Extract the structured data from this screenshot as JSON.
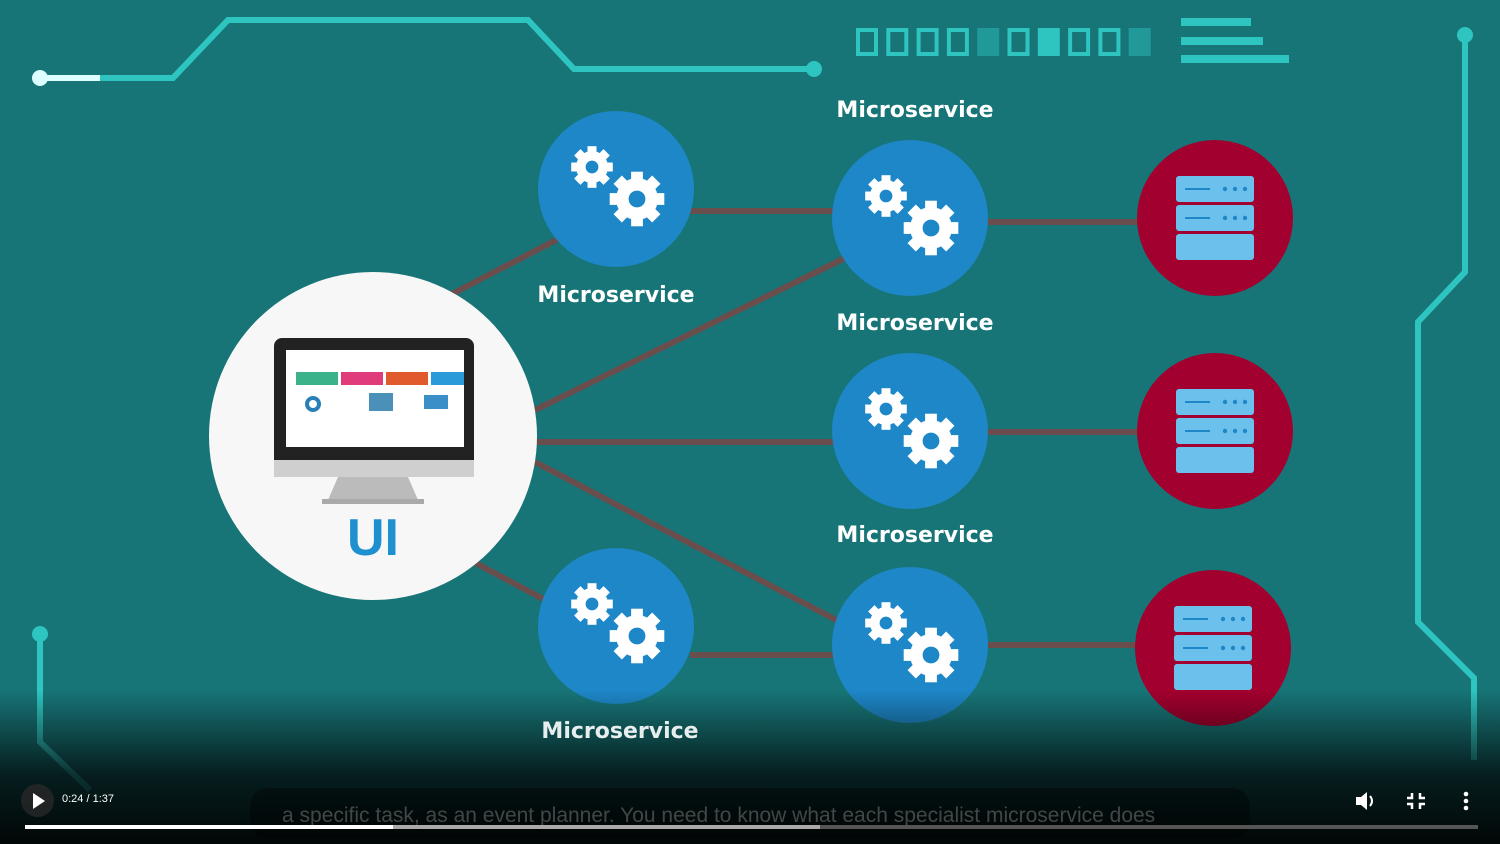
{
  "scene": {
    "ui_label": "UI",
    "microservice_labels": [
      "Microservice",
      "Microservice",
      "Microservice",
      "Microservice",
      "Microservice"
    ]
  },
  "player": {
    "time_display": "0:24 / 1:37",
    "caption": "a specific task, as an event planner. You need to know what each specialist microservice does",
    "played_fraction": 0.253,
    "buffered_fraction": 0.547,
    "play_icon": "play-icon",
    "volume_icon": "volume-icon",
    "exit_fullscreen_icon": "exit-fullscreen-icon",
    "more_icon": "more-vert-icon"
  },
  "colors": {
    "background": "#177577",
    "circuit": "#2ec4c0",
    "service": "#1e87c8",
    "database": "#a2002e",
    "server": "#6cc0ec",
    "link": "#6a4d4d"
  }
}
